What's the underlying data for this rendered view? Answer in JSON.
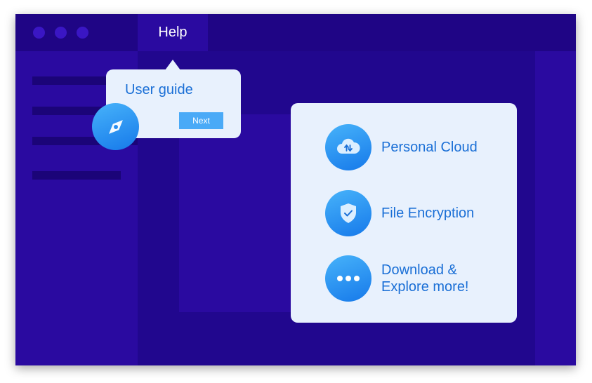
{
  "header": {
    "tab_label": "Help"
  },
  "tooltip": {
    "title": "User guide",
    "next_label": "Next"
  },
  "features": [
    {
      "label": "Personal Cloud",
      "icon": "cloud-transfer-icon"
    },
    {
      "label": "File Encryption",
      "icon": "shield-check-icon"
    },
    {
      "label_line1": "Download &",
      "label_line2": "Explore more!",
      "icon": "more-dots-icon"
    }
  ],
  "colors": {
    "window": "#2a0aa0",
    "titlebar": "#1f0585",
    "accent": "#1a6fd6",
    "card": "#e8f1fd",
    "button": "#4aaaf7"
  }
}
